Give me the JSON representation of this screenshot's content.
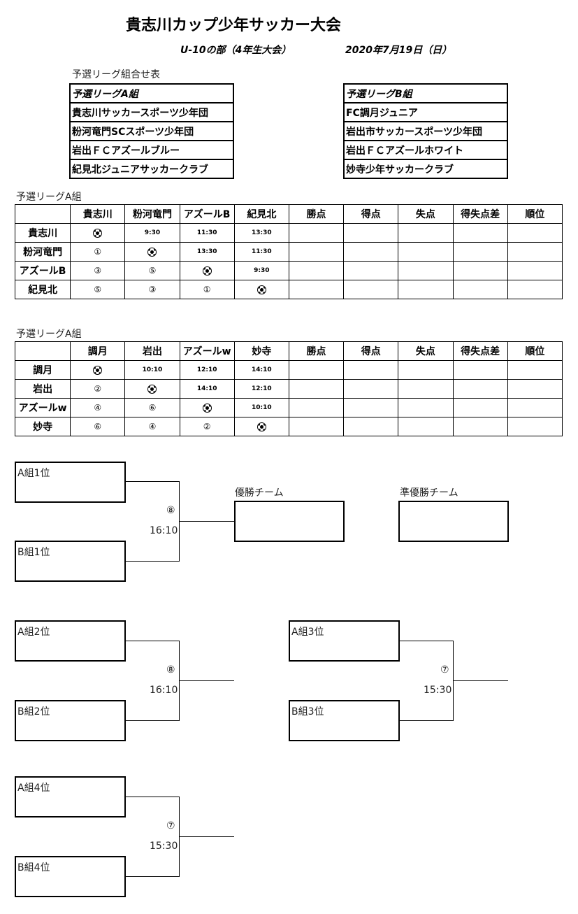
{
  "title": "貴志川カップ少年サッカー大会",
  "division": "U-10の部（4年生大会）",
  "date": "2020年7月19日（日）",
  "groups_label": "予選リーグ組合せ表",
  "group_a_list": {
    "header": "予選リーグA組",
    "teams": [
      "貴志川サッカースポーツ少年団",
      "粉河竜門SCスポーツ少年団",
      "岩出ＦＣアズールブルー",
      "紀見北ジュニアサッカークラブ"
    ]
  },
  "group_b_list": {
    "header": "予選リーグB組",
    "teams": [
      "FC調月ジュニア",
      "岩出市サッカースポーツ少年団",
      "岩出ＦＣアズールホワイト",
      "妙寺少年サッカークラブ"
    ]
  },
  "league_a": {
    "label": "予選リーグA組",
    "columns": [
      "",
      "貴志川",
      "粉河竜門",
      "アズールB",
      "紀見北",
      "勝点",
      "得点",
      "失点",
      "得失点差",
      "順位"
    ],
    "rows": [
      {
        "team": "貴志川",
        "cells": [
          "ball",
          "9:30",
          "11:30",
          "13:30"
        ]
      },
      {
        "team": "粉河竜門",
        "cells": [
          "①",
          "ball",
          "13:30",
          "11:30"
        ]
      },
      {
        "team": "アズールB",
        "cells": [
          "③",
          "⑤",
          "ball",
          "9:30"
        ]
      },
      {
        "team": "紀見北",
        "cells": [
          "⑤",
          "③",
          "①",
          "ball"
        ]
      }
    ]
  },
  "league_b": {
    "label": "予選リーグA組",
    "columns": [
      "",
      "調月",
      "岩出",
      "アズールw",
      "妙寺",
      "勝点",
      "得点",
      "失点",
      "得失点差",
      "順位"
    ],
    "rows": [
      {
        "team": "調月",
        "cells": [
          "ball",
          "10:10",
          "12:10",
          "14:10"
        ]
      },
      {
        "team": "岩出",
        "cells": [
          "②",
          "ball",
          "14:10",
          "12:10"
        ]
      },
      {
        "team": "アズールw",
        "cells": [
          "④",
          "⑥",
          "ball",
          "10:10"
        ]
      },
      {
        "team": "妙寺",
        "cells": [
          "⑥",
          "④",
          "②",
          "ball"
        ]
      }
    ]
  },
  "bracket": {
    "final": {
      "top": "A組1位",
      "bottom": "B組1位",
      "court": "⑧",
      "time": "16:10"
    },
    "winner_label": "優勝チーム",
    "runner_up_label": "準優勝チーム",
    "second": {
      "top": "A組2位",
      "bottom": "B組2位",
      "court": "⑧",
      "time": "16:10"
    },
    "third": {
      "top": "A組3位",
      "bottom": "B組3位",
      "court": "⑦",
      "time": "15:30"
    },
    "fourth": {
      "top": "A組4位",
      "bottom": "B組4位",
      "court": "⑦",
      "time": "15:30"
    }
  }
}
